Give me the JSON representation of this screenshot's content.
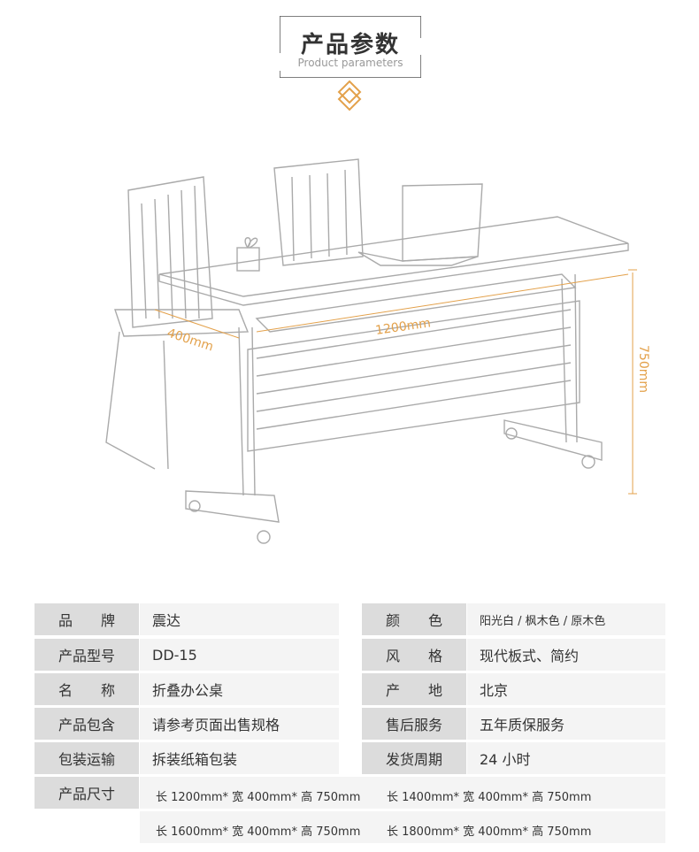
{
  "header": {
    "title_cn": "产品参数",
    "title_en": "Product parameters"
  },
  "dimensions": {
    "depth": "400mm",
    "width": "1200mm",
    "height": "750mm"
  },
  "colors": {
    "accent": "#e3a14b",
    "label_bg": "#dcdcdc",
    "value_bg": "#f4f4f4"
  },
  "specs_left": [
    {
      "label": "品　　牌",
      "value": "震达"
    },
    {
      "label": "产品型号",
      "value": "DD-15"
    },
    {
      "label": "名　　称",
      "value": "折叠办公桌"
    },
    {
      "label": "产品包含",
      "value": "请参考页面出售规格"
    },
    {
      "label": "包装运输",
      "value": "拆装纸箱包装"
    }
  ],
  "specs_right": [
    {
      "label": "颜　　色",
      "value": "阳光白 / 枫木色 / 原木色"
    },
    {
      "label": "风　　格",
      "value": "现代板式、简约"
    },
    {
      "label": "产　　地",
      "value": "北京"
    },
    {
      "label": "售后服务",
      "value": "五年质保服务"
    },
    {
      "label": "发货周期",
      "value": "24 小时"
    }
  ],
  "size": {
    "label": "产品尺寸",
    "options": [
      "长 1200mm* 宽 400mm* 高 750mm",
      "长 1400mm* 宽 400mm* 高 750mm",
      "长 1600mm* 宽 400mm* 高 750mm",
      "长 1800mm* 宽 400mm* 高 750mm"
    ]
  }
}
